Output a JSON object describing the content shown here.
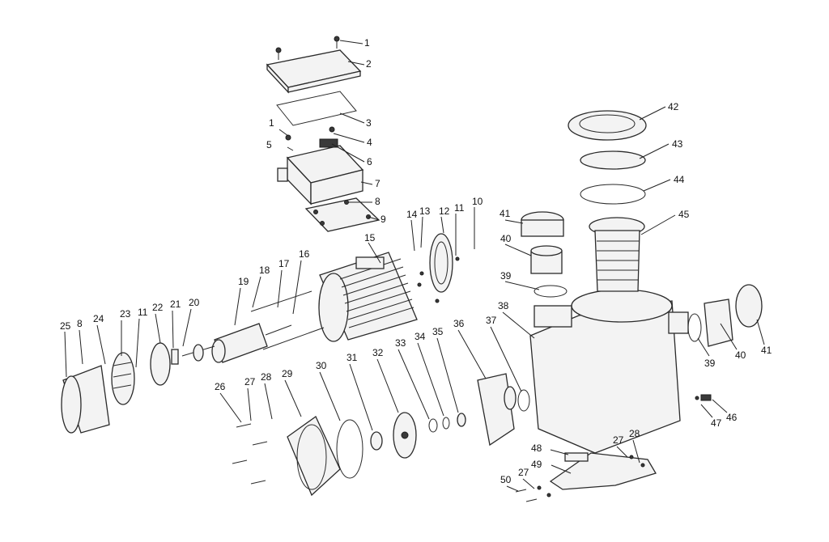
{
  "callouts": [
    {
      "id": "c1a",
      "text": "1"
    },
    {
      "id": "c2",
      "text": "2"
    },
    {
      "id": "c3",
      "text": "3"
    },
    {
      "id": "c1b",
      "text": "1"
    },
    {
      "id": "c4",
      "text": "4"
    },
    {
      "id": "c5",
      "text": "5"
    },
    {
      "id": "c6",
      "text": "6"
    },
    {
      "id": "c7",
      "text": "7"
    },
    {
      "id": "c8a",
      "text": "8"
    },
    {
      "id": "c9",
      "text": "9"
    },
    {
      "id": "c14",
      "text": "14"
    },
    {
      "id": "c13",
      "text": "13"
    },
    {
      "id": "c12",
      "text": "12"
    },
    {
      "id": "c11a",
      "text": "11"
    },
    {
      "id": "c10",
      "text": "10"
    },
    {
      "id": "c15",
      "text": "15"
    },
    {
      "id": "c18",
      "text": "18"
    },
    {
      "id": "c17",
      "text": "17"
    },
    {
      "id": "c16",
      "text": "16"
    },
    {
      "id": "c19",
      "text": "19"
    },
    {
      "id": "c20",
      "text": "20"
    },
    {
      "id": "c21",
      "text": "21"
    },
    {
      "id": "c22",
      "text": "22"
    },
    {
      "id": "c11b",
      "text": "11"
    },
    {
      "id": "c23",
      "text": "23"
    },
    {
      "id": "c24",
      "text": "24"
    },
    {
      "id": "c25",
      "text": "25"
    },
    {
      "id": "c8b",
      "text": "8"
    },
    {
      "id": "c26",
      "text": "26"
    },
    {
      "id": "c27a",
      "text": "27"
    },
    {
      "id": "c28a",
      "text": "28"
    },
    {
      "id": "c29",
      "text": "29"
    },
    {
      "id": "c30",
      "text": "30"
    },
    {
      "id": "c31",
      "text": "31"
    },
    {
      "id": "c32",
      "text": "32"
    },
    {
      "id": "c33",
      "text": "33"
    },
    {
      "id": "c34",
      "text": "34"
    },
    {
      "id": "c35",
      "text": "35"
    },
    {
      "id": "c36",
      "text": "36"
    },
    {
      "id": "c37",
      "text": "37"
    },
    {
      "id": "c38",
      "text": "38"
    },
    {
      "id": "c39a",
      "text": "39"
    },
    {
      "id": "c40a",
      "text": "40"
    },
    {
      "id": "c41a",
      "text": "41"
    },
    {
      "id": "c42",
      "text": "42"
    },
    {
      "id": "c43",
      "text": "43"
    },
    {
      "id": "c44",
      "text": "44"
    },
    {
      "id": "c45",
      "text": "45"
    },
    {
      "id": "c39b",
      "text": "39"
    },
    {
      "id": "c40b",
      "text": "40"
    },
    {
      "id": "c41b",
      "text": "41"
    },
    {
      "id": "c46",
      "text": "46"
    },
    {
      "id": "c47",
      "text": "47"
    },
    {
      "id": "c48",
      "text": "48"
    },
    {
      "id": "c49",
      "text": "49"
    },
    {
      "id": "c27b",
      "text": "27"
    },
    {
      "id": "c28b",
      "text": "28"
    },
    {
      "id": "c27c",
      "text": "27"
    },
    {
      "id": "c50",
      "text": "50"
    }
  ]
}
